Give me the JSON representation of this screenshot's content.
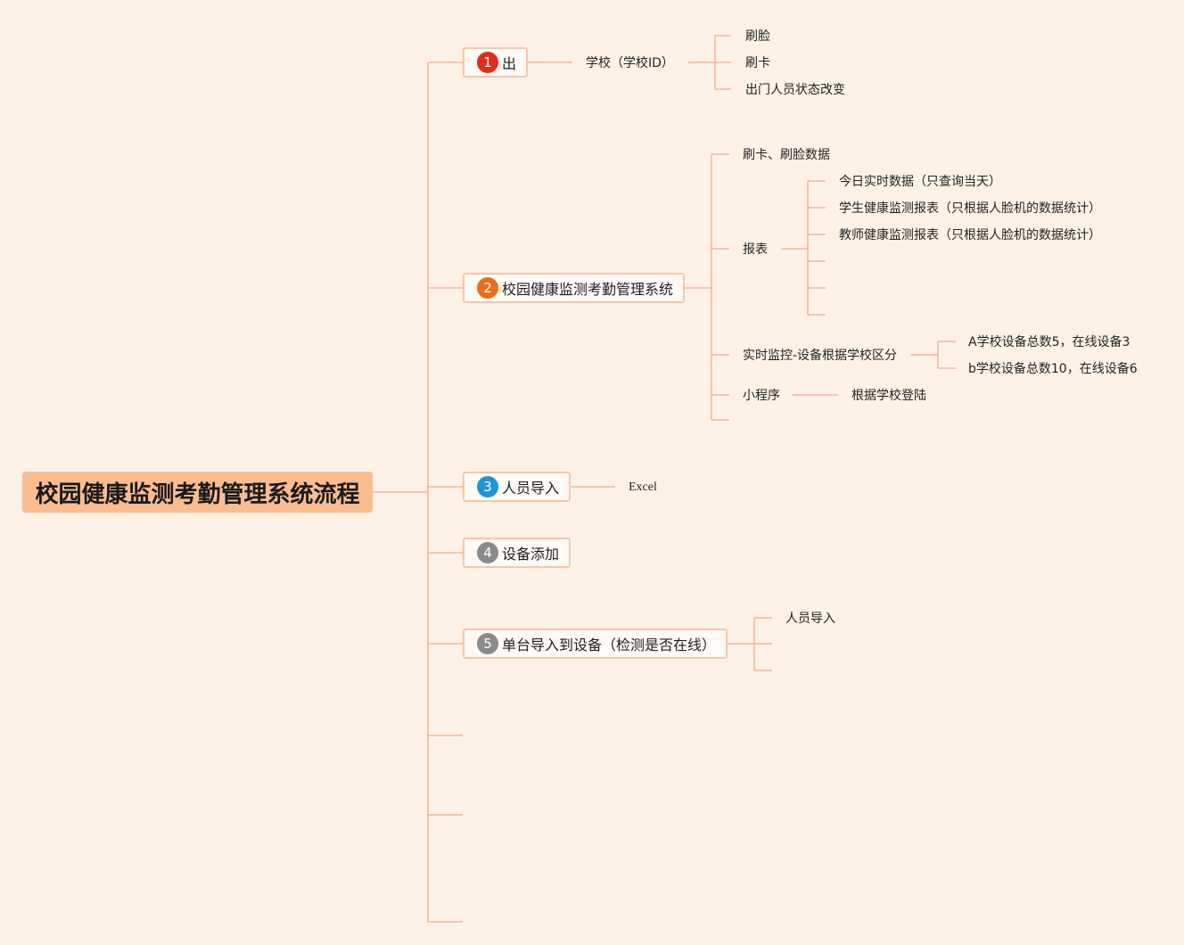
{
  "colors": {
    "background": "#fef2e7",
    "root": "#fbbc92",
    "line": "#f7a789",
    "badge_1": "#e02d1b",
    "badge_2": "#ea6c1c",
    "badge_3": "#1e95d8",
    "badge_4": "#8a8a8a",
    "badge_5": "#8a8a8a"
  },
  "root": {
    "title": "校园健康监测考勤管理系统流程"
  },
  "topics": [
    {
      "num": "1",
      "label": "出"
    },
    {
      "num": "2",
      "label": "校园健康监测考勤管理系统"
    },
    {
      "num": "3",
      "label": "人员导入"
    },
    {
      "num": "4",
      "label": "设备添加"
    },
    {
      "num": "5",
      "label": "单台导入到设备（检测是否在线）"
    }
  ],
  "t1": {
    "school": "学校（学校ID）",
    "items": [
      "刷脸",
      "刷卡",
      "出门人员状态改变"
    ]
  },
  "t2": {
    "swipe_data": "刷卡、刷脸数据",
    "report": "报表",
    "report_items": [
      "今日实时数据（只查询当天）",
      "学生健康监测报表（只根据人脸机的数据统计）",
      "教师健康监测报表（只根据人脸机的数据统计）"
    ],
    "monitor": "实时监控-设备根据学校区分",
    "monitor_items": [
      "A学校设备总数5，在线设备3",
      "b学校设备总数10，在线设备6"
    ],
    "mini_program": "小程序",
    "mini_login": "根据学校登陆"
  },
  "t3": {
    "child": "Excel"
  },
  "t5": {
    "child": "人员导入"
  }
}
